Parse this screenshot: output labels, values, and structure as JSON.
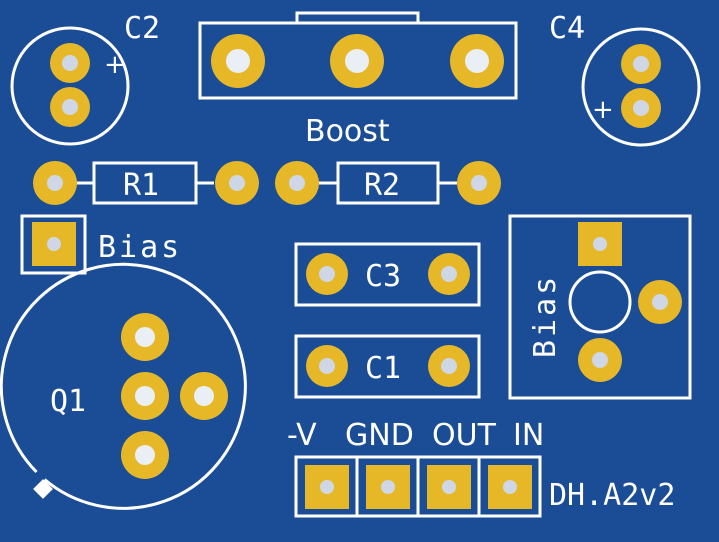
{
  "board": {
    "background": "#1b4c96",
    "silkscreen_color": "#ffffff",
    "pad_color": "#e6b828"
  },
  "labels": {
    "c2": "C2",
    "c4": "C4",
    "boost": "Boost",
    "r1": "R1",
    "r2": "R2",
    "bias_left": "Bias",
    "bias_right": "Bias",
    "c3": "C3",
    "c1": "C1",
    "q1": "Q1",
    "neg_v": "-V",
    "gnd": "GND",
    "out": "OUT",
    "in": "IN",
    "board_name": "DH.A2v2",
    "plus_c2": "+",
    "plus_c4": "+"
  }
}
